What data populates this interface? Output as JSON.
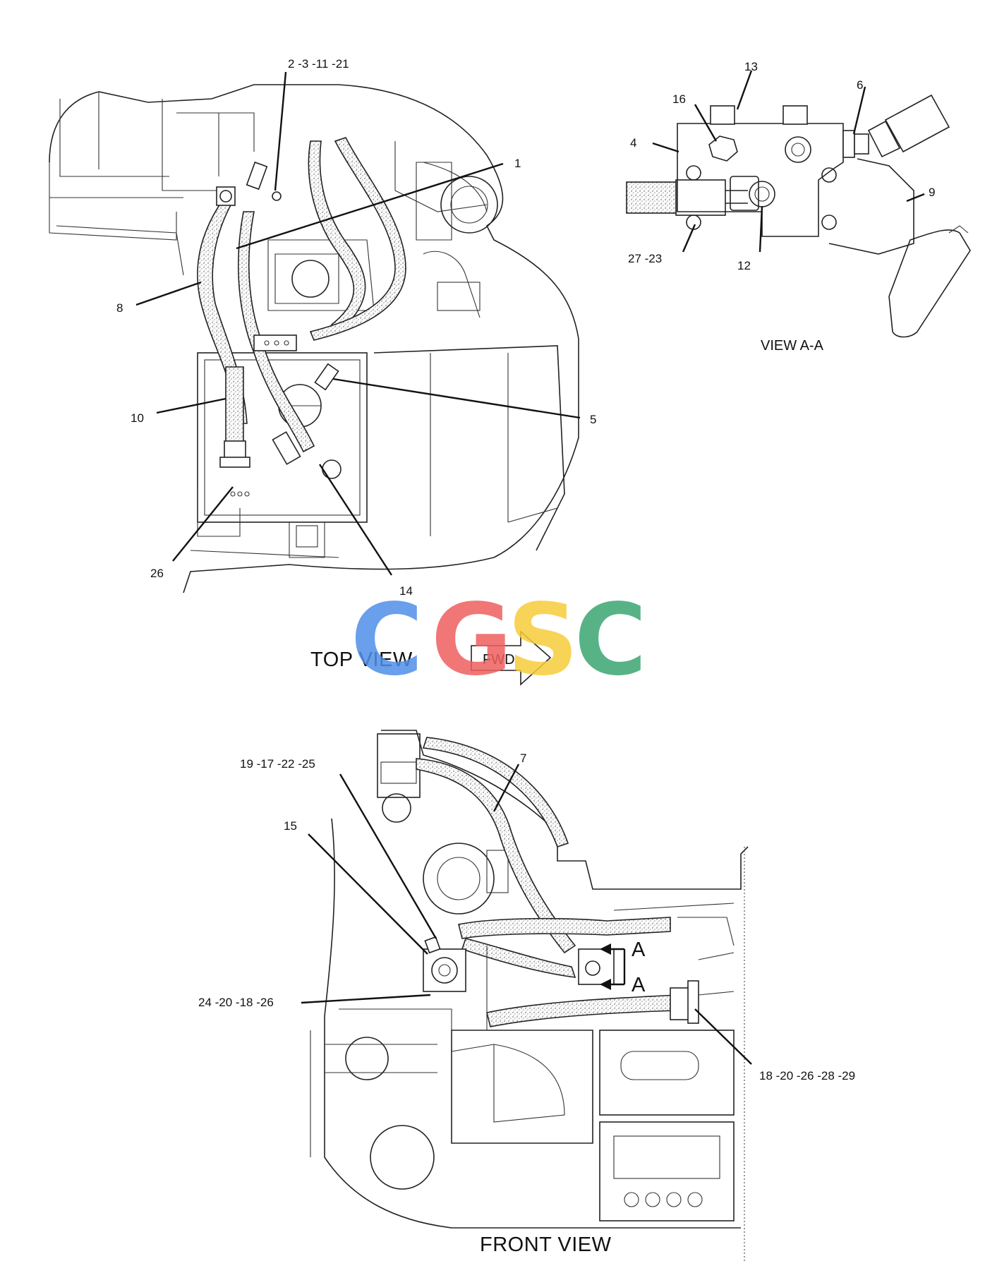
{
  "top_view": {
    "title": "TOP VIEW",
    "fwd_label": "FWD",
    "callouts": {
      "c_2_3_11_21": "2 -3 -11 -21",
      "c_1": "1",
      "c_8": "8",
      "c_10": "10",
      "c_5": "5",
      "c_26": "26",
      "c_14": "14"
    }
  },
  "view_aa": {
    "title": "VIEW A-A",
    "callouts": {
      "c_13": "13",
      "c_16": "16",
      "c_6": "6",
      "c_4": "4",
      "c_9": "9",
      "c_27_23": "27 -23",
      "c_12": "12"
    }
  },
  "front_view": {
    "title": "FRONT VIEW",
    "section_marks": [
      "A",
      "A"
    ],
    "callouts": {
      "c_7": "7",
      "c_19_17_22_25": "19 -17 -22 -25",
      "c_15": "15",
      "c_24_20_18_26": "24 -20 -18 -26",
      "c_18_20_26_28_29": "18 -20 -26 -28 -29"
    }
  },
  "watermark": {
    "letters": [
      "C",
      "G",
      "S",
      "C"
    ],
    "colors": [
      "#4f8fe8",
      "#ef5f5f",
      "#f6cd3a",
      "#3aa672"
    ]
  }
}
